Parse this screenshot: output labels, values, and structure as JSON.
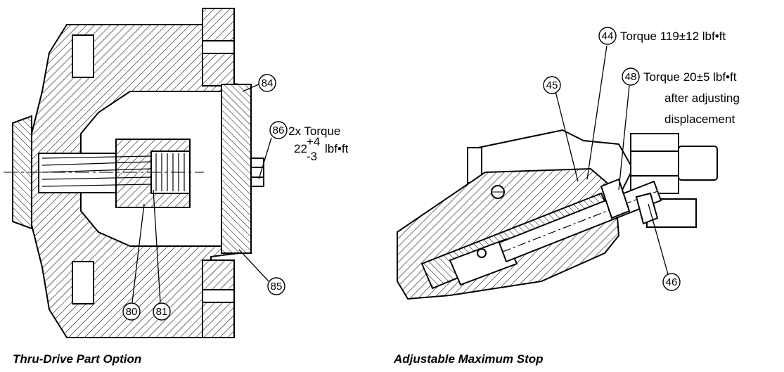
{
  "captions": {
    "left": "Thru-Drive Part Option",
    "right": "Adjustable Maximum Stop"
  },
  "callouts": {
    "c84": "84",
    "c86": "86",
    "c85": "85",
    "c80": "80",
    "c81": "81",
    "c44": "44",
    "c45": "45",
    "c48": "48",
    "c46": "46"
  },
  "notes": {
    "n86_prefix": "2x Torque",
    "n86_base": "22",
    "n86_sup": "+4",
    "n86_sub": "-3",
    "n86_unit": "lbf•ft",
    "n44": "Torque 119±12 lbf•ft",
    "n48_line1": "Torque 20±5 lbf•ft",
    "n48_line2": "after adjusting",
    "n48_line3": "displacement"
  },
  "colors": {
    "ink": "#000000",
    "background": "#ffffff"
  }
}
